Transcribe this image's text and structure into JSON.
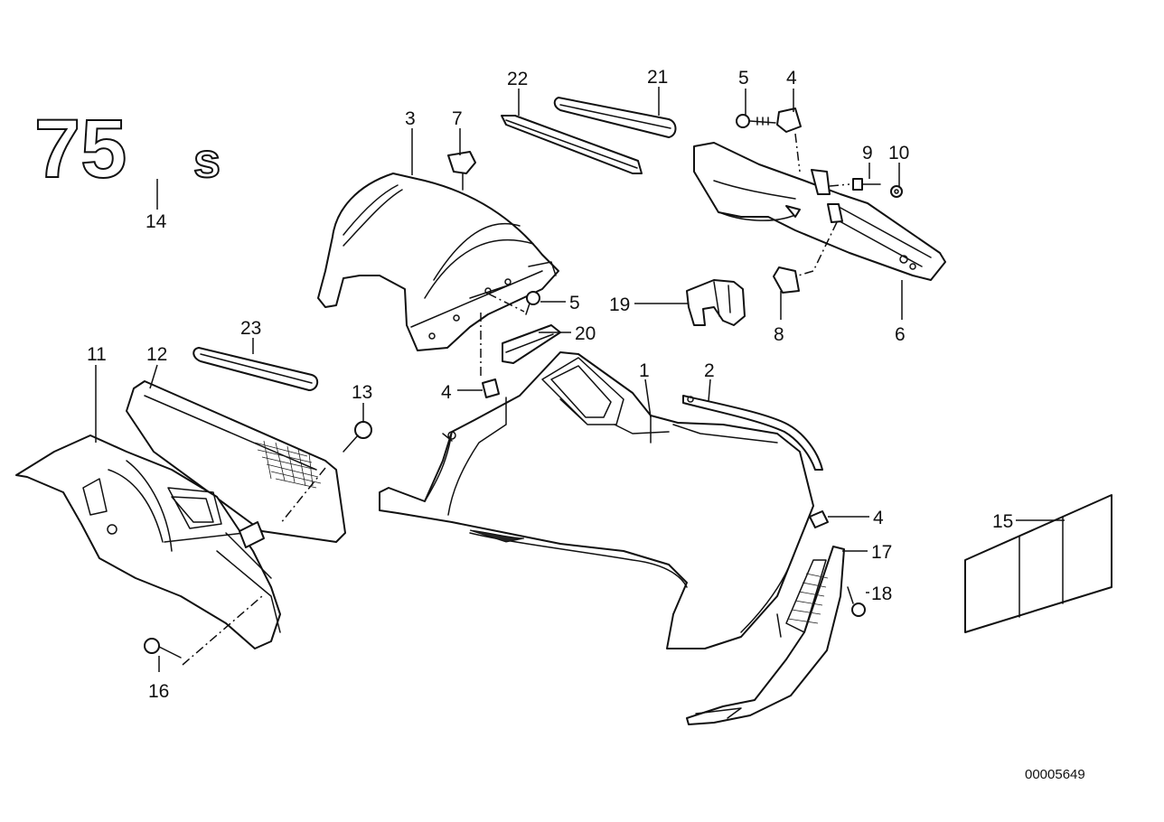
{
  "logo": {
    "text": "75",
    "suffix": "s"
  },
  "reference_number": "00005649",
  "callouts": [
    "1",
    "2",
    "3",
    "4",
    "5",
    "6",
    "7",
    "8",
    "9",
    "10",
    "11",
    "12",
    "13",
    "14",
    "15",
    "16",
    "17",
    "18",
    "19",
    "20",
    "21",
    "22",
    "23"
  ],
  "colors": {
    "line": "#111111",
    "background": "#ffffff",
    "shade": "#d9d9d9"
  }
}
